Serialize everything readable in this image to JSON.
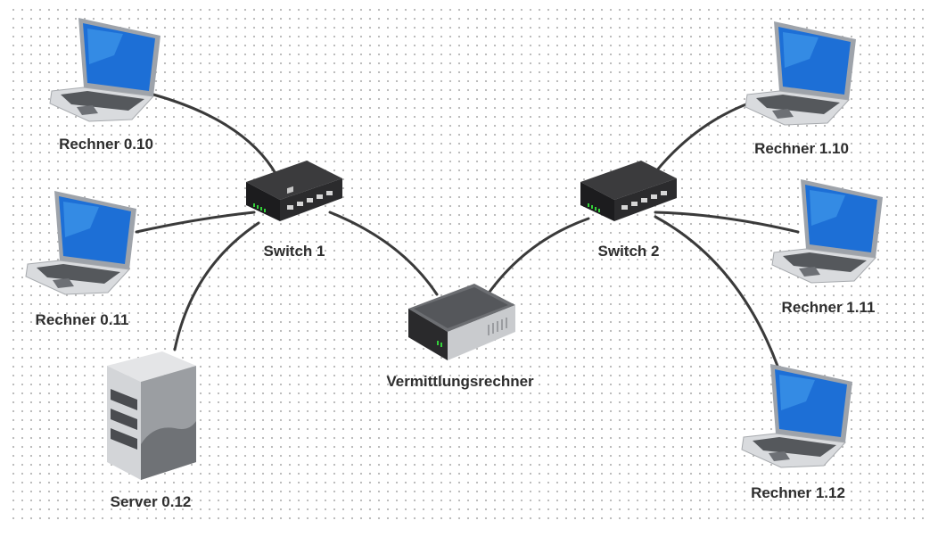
{
  "nodes": {
    "r010": "Rechner 0.10",
    "r011": "Rechner 0.11",
    "s012": "Server 0.12",
    "sw1": "Switch 1",
    "vr": "Vermittlungsrechner",
    "sw2": "Switch 2",
    "r110": "Rechner 1.10",
    "r111": "Rechner 1.11",
    "r112": "Rechner 1.12"
  },
  "colors": {
    "cable": "#3a3a3a",
    "screen": "#1d6fd6",
    "led": "#34d13a"
  },
  "icons": {
    "laptop": "laptop-icon",
    "switch": "network-switch-icon",
    "router": "router-icon",
    "server": "server-icon"
  }
}
